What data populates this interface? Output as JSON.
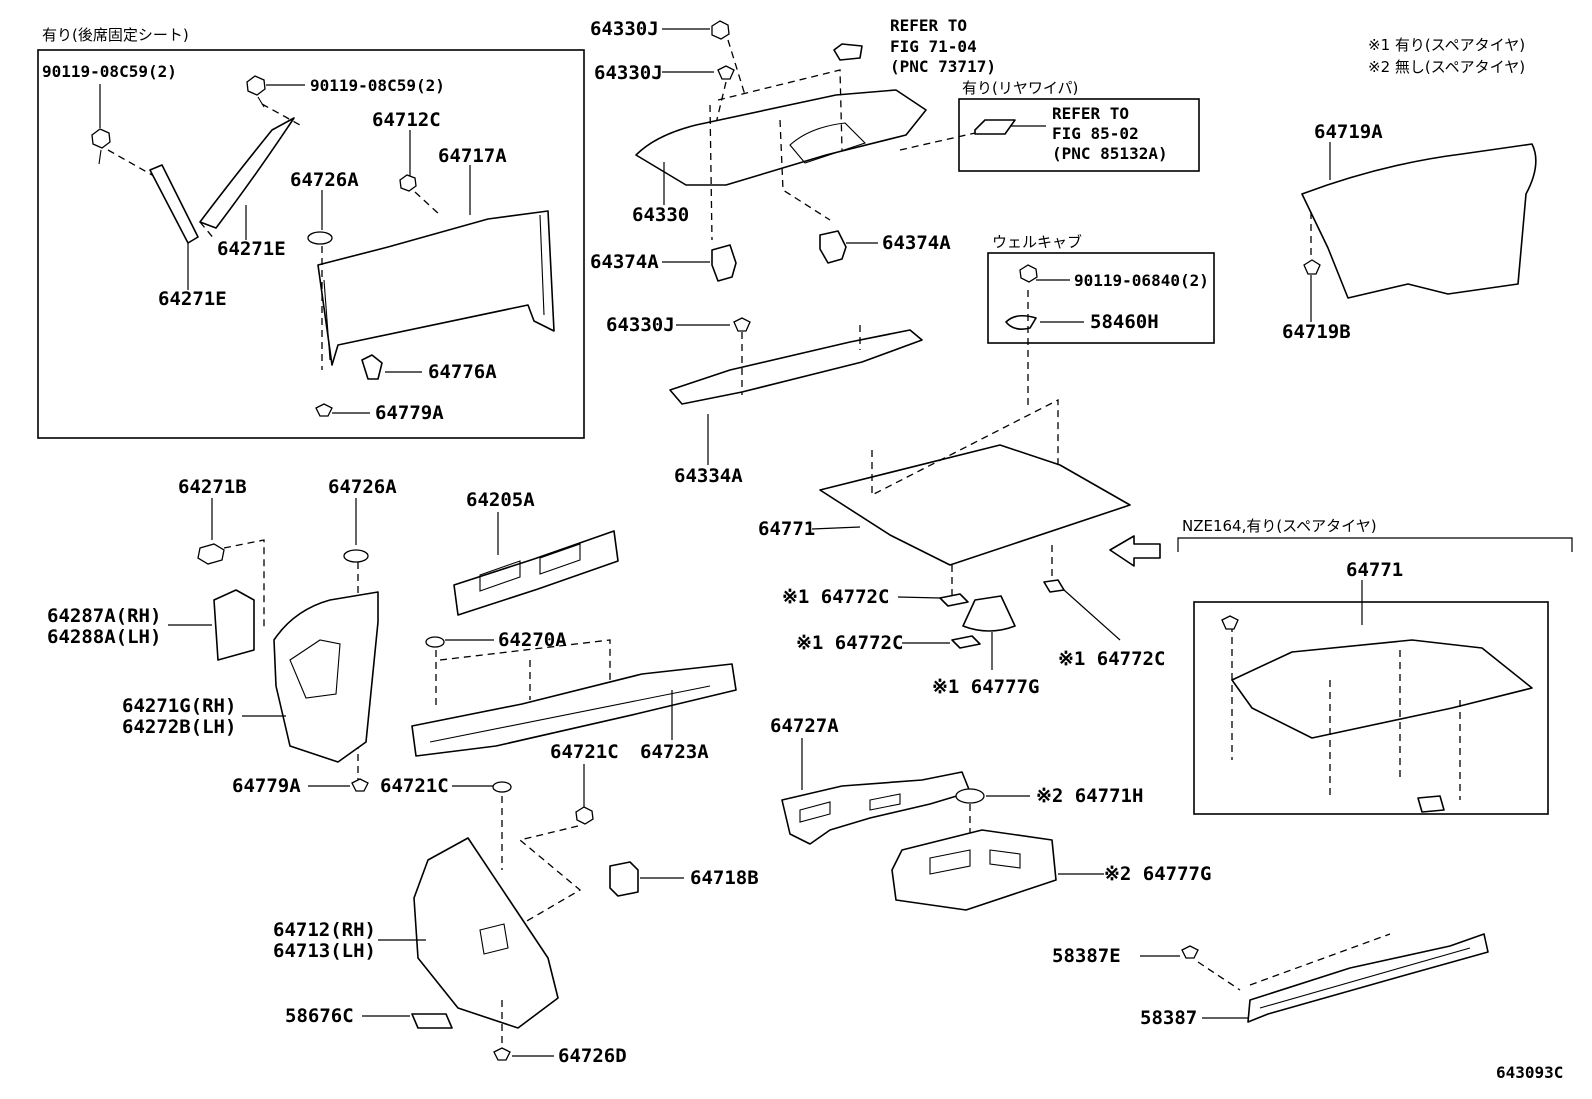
{
  "diagram_code": "643093C",
  "notes": {
    "note1": "※1 有り(スペアタイヤ)",
    "note2": "※2 無し(スペアタイヤ)"
  },
  "groups": {
    "rear_seat_fixed": "有り(後席固定シート)",
    "rear_wiper": "有り(リヤワイパ)",
    "weld_cap": "ウェルキャブ",
    "nze164": "NZE164,有り(スペアタイヤ)"
  },
  "references": {
    "ref71_l1": "REFER TO",
    "ref71_l2": "FIG 71-04",
    "ref71_l3": "(PNC 73717)",
    "ref85_l1": "REFER TO",
    "ref85_l2": "FIG 85-02",
    "ref85_l3": "(PNC 85132A)"
  },
  "labels": {
    "p90119_08c59_a": "90119-08C59(2)",
    "p90119_08c59_b": "90119-08C59(2)",
    "p64712c": "64712C",
    "p64717a": "64717A",
    "p64726a_top": "64726A",
    "p64271e_a": "64271E",
    "p64271e_b": "64271E",
    "p64776a": "64776A",
    "p64779a_top": "64779A",
    "p64330j_a": "64330J",
    "p64330j_b": "64330J",
    "p64330": "64330",
    "p64374a_l": "64374A",
    "p64374a_r": "64374A",
    "p64330j_c": "64330J",
    "p64334a": "64334A",
    "p90119_06840": "90119-06840(2)",
    "p58460h": "58460H",
    "p64719a": "64719A",
    "p64719b": "64719B",
    "p64771": "64771",
    "p64771_box": "64771",
    "p64772c_1": "※1 64772C",
    "p64772c_2": "※1 64772C",
    "p64772c_3": "※1 64772C",
    "p64777g_1": "※1 64777G",
    "p64271b": "64271B",
    "p64726a_mid": "64726A",
    "p64287a": "64287A(RH)",
    "p64288a": "64288A(LH)",
    "p64271g": "64271G(RH)",
    "p64272b": "64272B(LH)",
    "p64779a_mid": "64779A",
    "p64205a": "64205A",
    "p64270a": "64270A",
    "p64723a": "64723A",
    "p64721c_a": "64721C",
    "p64721c_b": "64721C",
    "p64718b": "64718B",
    "p64712": "64712(RH)",
    "p64713": "64713(LH)",
    "p58676c": "58676C",
    "p64726d": "64726D",
    "p64727a": "64727A",
    "p64771h": "※2 64771H",
    "p64777g_2": "※2 64777G",
    "p58387e": "58387E",
    "p58387": "58387"
  }
}
